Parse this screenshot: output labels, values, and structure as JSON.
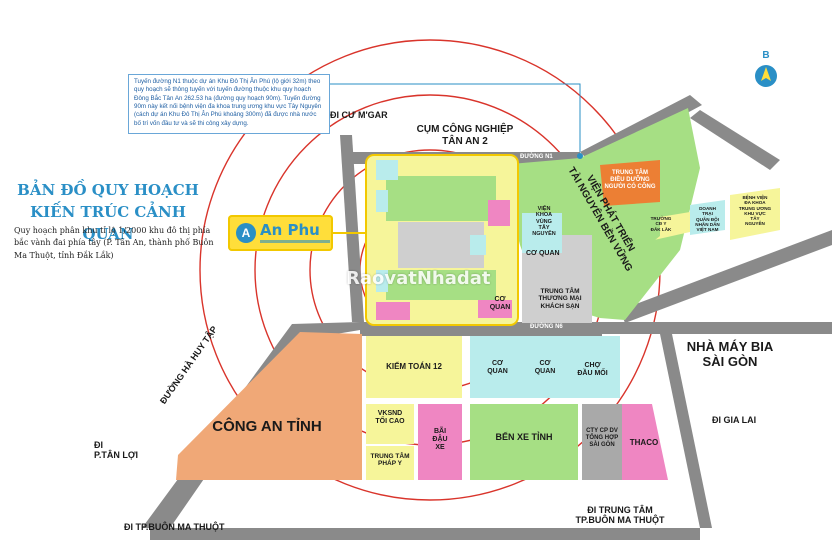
{
  "map_title": "BẢN ĐỒ QUY HOẠCH\nKIẾN TRÚC CẢNH QUAN",
  "map_description": "Quy hoạch phân khu tỉ lệ 1/2000 khu đô thị phía bắc vành đai phía tây (P. Tân An, thành phố Buôn Ma Thuột, tỉnh Đắk Lắk)",
  "callout_text": "Tuyến đường N1 thuộc dự án Khu Đô Thị Ân Phú (lộ giới 32m) theo quy hoạch sẽ thông tuyến với tuyến đường thuộc khu quy hoạch Đông Bắc Tân An 262.53 ha (đường quy hoạch 90m). Tuyến đường 90m này kết nối bệnh viện đa khoa trung ương khu vực Tây Nguyên (cách dự án Khu Đô Thị Ân Phú khoảng 300m) đã được nhà nước bố trí vốn đầu tư và sẽ thi công xây dựng.",
  "logo": {
    "badge": "A",
    "text": "An Phu"
  },
  "watermark": "RaovatNhadat",
  "compass_letter": "B",
  "colors": {
    "orange": "#f0a877",
    "green": "#a6df84",
    "yellow": "#f6f59a",
    "cyan": "#b9ecec",
    "pink": "#ef86c2",
    "gray": "#cfcfcf",
    "gray_dark": "#a9a9a9",
    "road": "#8a8a8a",
    "circle_red": "#d9342b",
    "label_blue": "#2a8fc6",
    "deep_orange": "#ec7f34",
    "logo_yellow": "#ffde3a"
  },
  "roads": {
    "di_cu_mgar": "ĐI CƯ M'GAR",
    "cum_cong_nghiep": "CỤM CÔNG NGHIỆP\nTÂN AN 2",
    "duong_n1": "ĐƯỜNG N1",
    "duong_n6": "ĐƯỜNG N6",
    "duong_ha_huy_tap": "ĐƯỜNG HÀ HUY TẬP",
    "di_tan_loi": "ĐI\nP.TÂN LỢI",
    "di_bmt": "ĐI TP.BUÔN MA THUỘT",
    "di_gia_lai": "ĐI GIA LAI",
    "di_trung_tam": "ĐI TRUNG TÂM\nTP.BUÔN MA THUỘT"
  },
  "zones": {
    "cong_an_tinh": "CÔNG AN TỈNH",
    "kiem_toan": "KIỂM TOÁN 12",
    "vksnd": "VKSND\nTỐI CAO",
    "trung_tam_phap_y": "TRUNG TÂM\nPHÁP Y",
    "bai_dau_xe": "BÃI\nĐẬU\nXE",
    "ben_xe_tinh": "BẾN XE TỈNH",
    "cty_cp_dv": "CTY CP DV\nTỔNG HỢP\nSÀI GÒN",
    "thaco": "THACO",
    "co_quan_1": "CƠ QUAN",
    "co_quan_2": "CƠ\nQUAN",
    "co_quan_3": "CƠ\nQUAN",
    "co_quan_4": "CƠ\nQUAN",
    "trung_tam_thuong_mai": "TRUNG TÂM\nTHƯƠNG MẠI\nKHÁCH SẠN",
    "cho_dau_moi": "CHỢ\nĐẦU MỐI",
    "nha_may_bia": "NHÀ MÁY BIA\nSÀI GÒN",
    "vien_phat_trien": "VIỆN PHÁT TRIỂN\nTÀI NGUYÊN BỀN VỮNG",
    "vien_khoa_vung": "VIỆN\nKHOA\nVÙNG\nTÂY\nNGUYÊN",
    "trung_tam_dieu_duong": "TRUNG TÂM\nĐIỀU DƯỠNG\nNGƯỜI CÓ CÔNG",
    "truong_cd_y": "TRƯỜNG\nCĐ Y\nĐẮK LẮK",
    "doanh_trai": "DOANH\nTRẠI\nQUÂN ĐỘI\nNHÂN DÂN\nVIỆT NAM",
    "benh_vien": "BỆNH VIỆN\nĐA KHOA\nTRUNG ƯƠNG\nKHU VỰC\nTÂY\nNGUYÊN"
  }
}
